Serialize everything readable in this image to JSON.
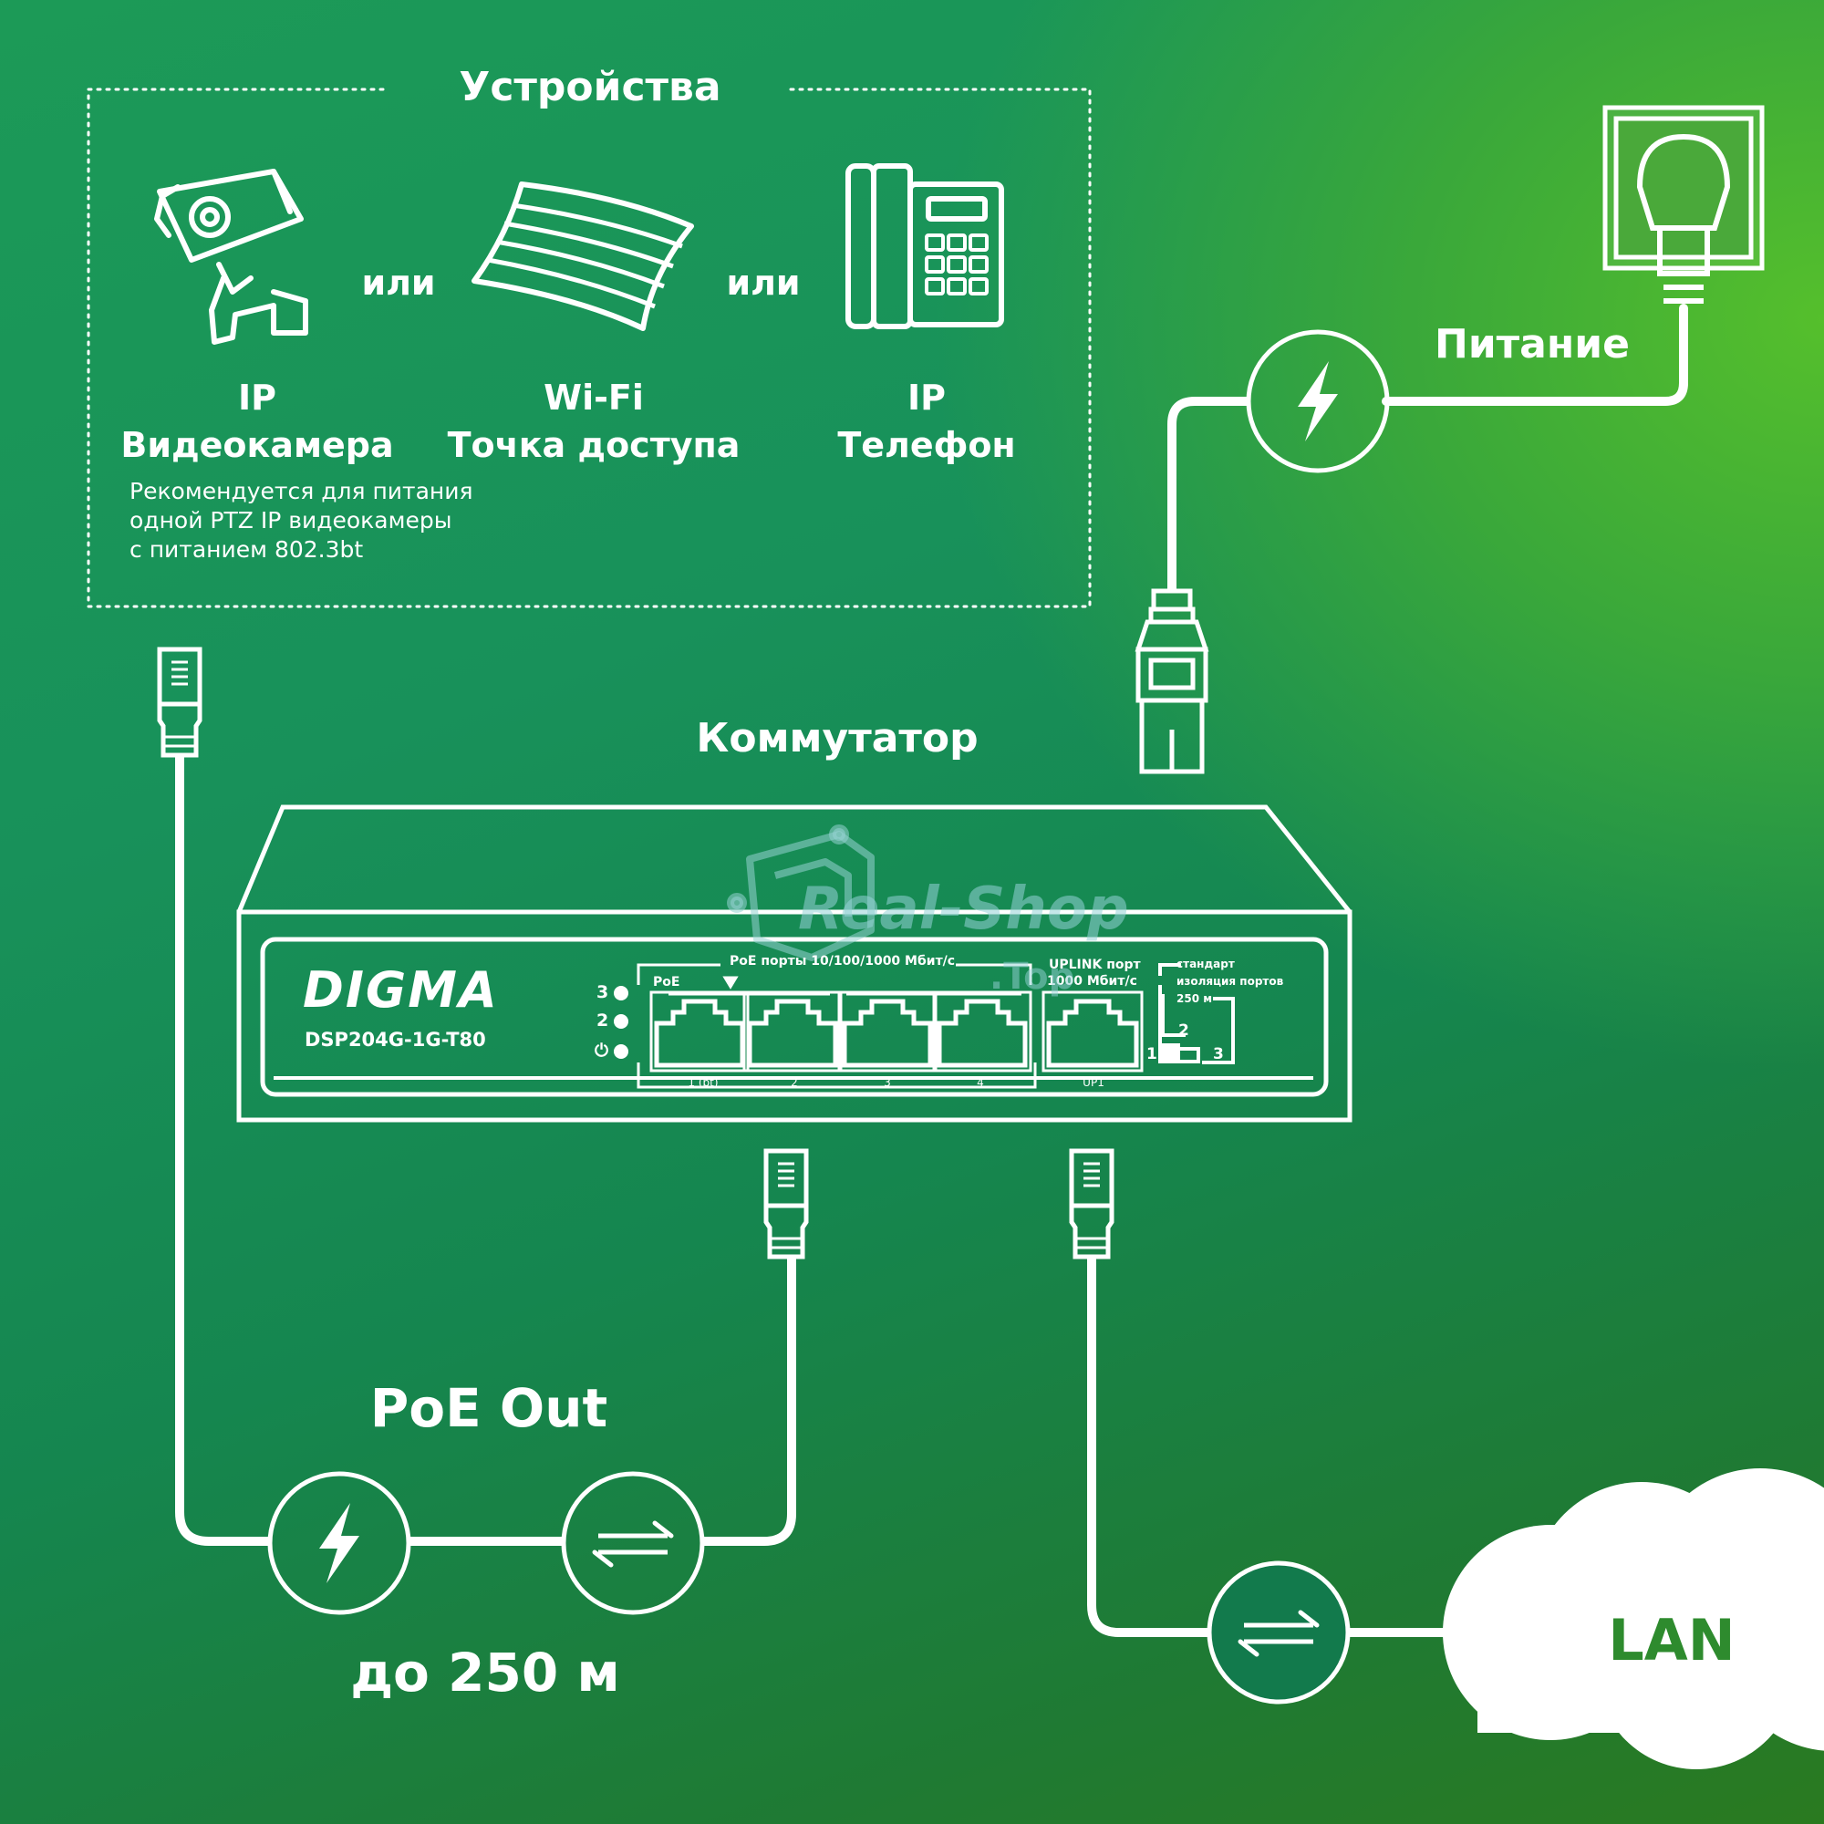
{
  "devices": {
    "title": "Устройства",
    "separator": "или",
    "camera": {
      "line1": "IP",
      "line2": "Видеокамера"
    },
    "ap": {
      "line1": "Wi-Fi",
      "line2": "Точка доступа"
    },
    "phone": {
      "line1": "IP",
      "line2": "Телефон"
    },
    "note": [
      "Рекомендуется для питания",
      "одной PTZ IP видеокамеры",
      "с питанием 802.3bt"
    ]
  },
  "power_label": "Питание",
  "switch": {
    "title": "Коммутатор",
    "brand": "DIGMA",
    "model": "DSP204G-1G-T80",
    "poe_header": "PoE порты 10/100/1000 Мбит/с",
    "poe_tag": "PoE",
    "uplink_header": [
      "UPLINK порт",
      "1000 Мбит/с"
    ],
    "leds": [
      "3",
      "2",
      "⏻"
    ],
    "port_labels": [
      "1 (bt)",
      "2",
      "3",
      "4"
    ],
    "uplink_label": "UP1",
    "switch_legend": [
      "стандарт",
      "изоляция портов",
      "250 м"
    ],
    "switch_positions": [
      "1",
      "2",
      "3"
    ]
  },
  "watermark": [
    "Real-Shop",
    ".Top"
  ],
  "poe_out": {
    "title": "PoE Out",
    "distance": "до 250 м"
  },
  "lan_label": "LAN",
  "colors": {
    "line": "#ffffff",
    "lan_text": "#2e8b2e",
    "badge_fill": "#127a4c"
  },
  "icons": [
    "ip-camera-icon",
    "access-point-icon",
    "ip-phone-icon",
    "power-outlet-icon",
    "lightning-icon",
    "data-exchange-icon",
    "rj45-plug-icon",
    "power-plug-icon",
    "cloud-icon"
  ]
}
